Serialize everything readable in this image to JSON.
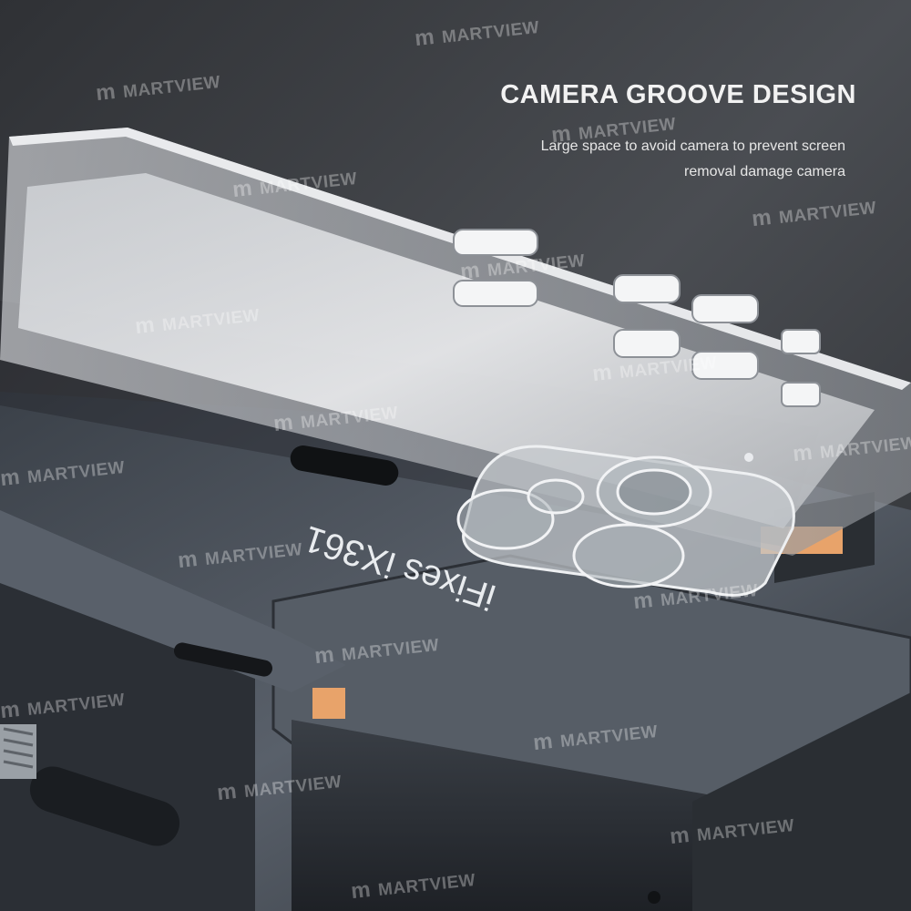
{
  "headline": "CAMERA GROOVE DESIGN",
  "subtitle_line1": "Large space to avoid camera to prevent screen",
  "subtitle_line2": "removal damage camera",
  "engraving": "iFixes iX361",
  "watermark_text": "MARTVIEW",
  "watermark_mark": "m",
  "colors": {
    "background": "#3f4246",
    "fixture_metal": "#4a5058",
    "accent_orange": "#e8a36a",
    "text": "#f2f2f2"
  }
}
